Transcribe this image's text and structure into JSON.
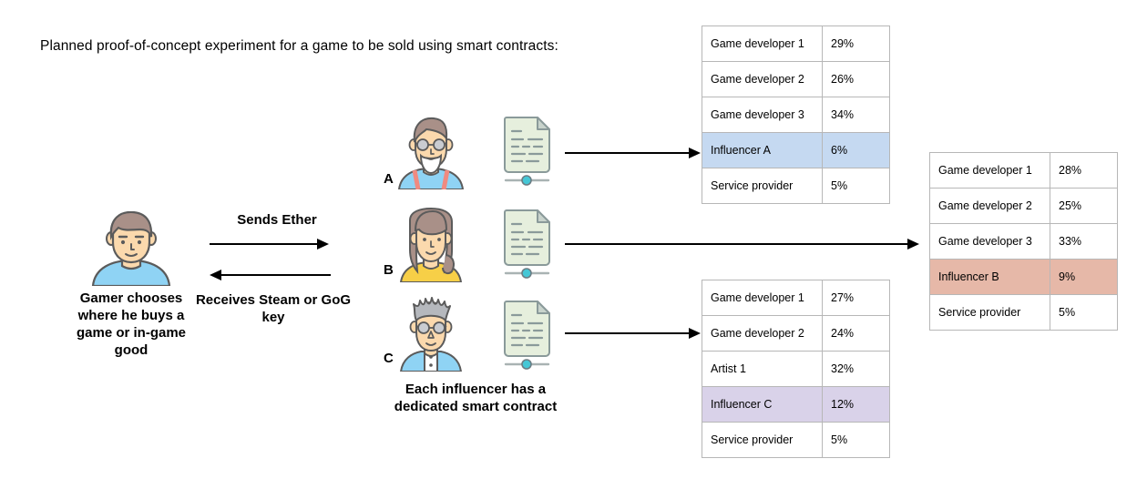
{
  "headline": "Planned proof-of-concept experiment for a game to be sold using smart contracts:",
  "gamer": {
    "icon": "gamer-avatar-icon",
    "caption": "Gamer chooses where he buys a game or in-game good"
  },
  "flows": {
    "send_label": "Sends Ether",
    "receive_label": "Receives Steam or GoG key"
  },
  "influencers": [
    {
      "letter": "A",
      "avatar_icon": "influencer-a-avatar-icon",
      "contract_icon": "smart-contract-document-icon"
    },
    {
      "letter": "B",
      "avatar_icon": "influencer-b-avatar-icon",
      "contract_icon": "smart-contract-document-icon"
    },
    {
      "letter": "C",
      "avatar_icon": "influencer-c-avatar-icon",
      "contract_icon": "smart-contract-document-icon"
    }
  ],
  "contract_caption": "Each influencer has a dedicated smart contract",
  "tables": {
    "a": {
      "name": "revenue-split-table-a",
      "highlight_color": "#c5d9f1",
      "rows": [
        {
          "label": "Game developer 1",
          "value": "29%",
          "highlight": false
        },
        {
          "label": "Game developer 2",
          "value": "26%",
          "highlight": false
        },
        {
          "label": "Game developer 3",
          "value": "34%",
          "highlight": false
        },
        {
          "label": "Influencer A",
          "value": "6%",
          "highlight": true
        },
        {
          "label": "Service provider",
          "value": "5%",
          "highlight": false
        }
      ]
    },
    "b": {
      "name": "revenue-split-table-b",
      "highlight_color": "#e6b8a8",
      "rows": [
        {
          "label": "Game developer 1",
          "value": "28%",
          "highlight": false
        },
        {
          "label": "Game developer 2",
          "value": "25%",
          "highlight": false
        },
        {
          "label": "Game developer 3",
          "value": "33%",
          "highlight": false
        },
        {
          "label": "Influencer B",
          "value": "9%",
          "highlight": true
        },
        {
          "label": "Service provider",
          "value": "5%",
          "highlight": false
        }
      ]
    },
    "c": {
      "name": "revenue-split-table-c",
      "highlight_color": "#d9d2e9",
      "rows": [
        {
          "label": "Game developer 1",
          "value": "27%",
          "highlight": false
        },
        {
          "label": "Game developer 2",
          "value": "24%",
          "highlight": false
        },
        {
          "label": "Artist 1",
          "value": "32%",
          "highlight": false
        },
        {
          "label": "Influencer C",
          "value": "12%",
          "highlight": true
        },
        {
          "label": "Service provider",
          "value": "5%",
          "highlight": false
        }
      ]
    }
  },
  "colors": {
    "arrow": "#000000",
    "table_border": "#b7b7b7",
    "document_fill": "#e6efdd",
    "document_stroke": "#8a9a9a",
    "slider_handle": "#45c7d6",
    "skin": "#fbd9ad",
    "shirt_blue": "#8fd3f4"
  }
}
